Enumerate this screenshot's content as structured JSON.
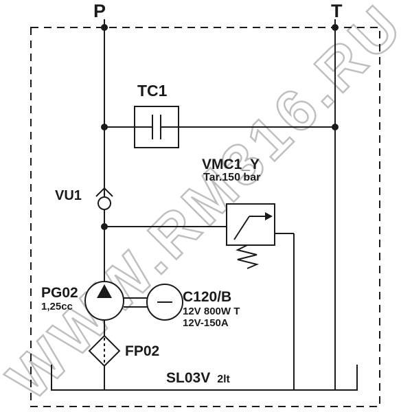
{
  "watermark": "WWW.RM316.RU",
  "colors": {
    "line": "#1a1a1a",
    "background": "#ffffff",
    "watermark": "#b4b4b4"
  },
  "ports": {
    "p": "P",
    "t": "T"
  },
  "components": {
    "tc1": {
      "label": "TC1"
    },
    "vmc1": {
      "label": "VMC1_Y",
      "setting": "Tar.150 bar"
    },
    "vu1": {
      "label": "VU1"
    },
    "pg02": {
      "label": "PG02",
      "displacement": "1,25cc"
    },
    "c120b": {
      "label": "C120/B",
      "spec_line1": "12V 800W T",
      "spec_line2": "12V-150A"
    },
    "fp02": {
      "label": "FP02"
    },
    "tank": {
      "label": "SL03V",
      "capacity": "2lt"
    }
  }
}
